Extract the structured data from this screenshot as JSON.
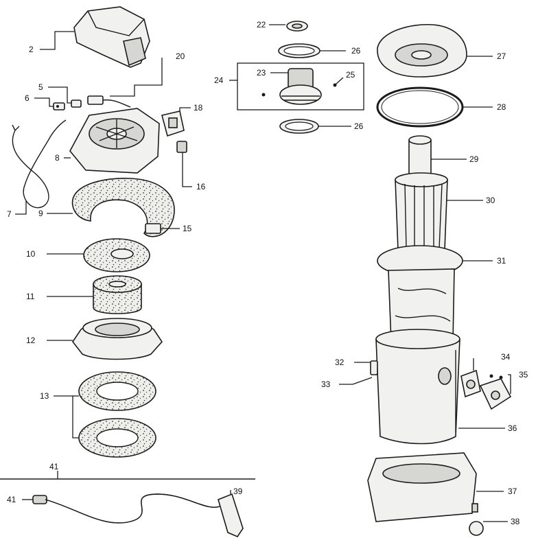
{
  "labels": {
    "p2": "2",
    "p5": "5",
    "p6": "6",
    "p7": "7",
    "p8": "8",
    "p9": "9",
    "p10": "10",
    "p11": "11",
    "p12": "12",
    "p13": "13",
    "p15": "15",
    "p16": "16",
    "p18": "18",
    "p20": "20",
    "p22": "22",
    "p23": "23",
    "p24": "24",
    "p25": "25",
    "p26a": "26",
    "p26b": "26",
    "p27": "27",
    "p28": "28",
    "p29": "29",
    "p30": "30",
    "p31": "31",
    "p32": "32",
    "p33": "33",
    "p34": "34",
    "p35": "35",
    "p36": "36",
    "p37": "37",
    "p38": "38",
    "p39": "39",
    "p41a": "41",
    "p41b": "41"
  }
}
